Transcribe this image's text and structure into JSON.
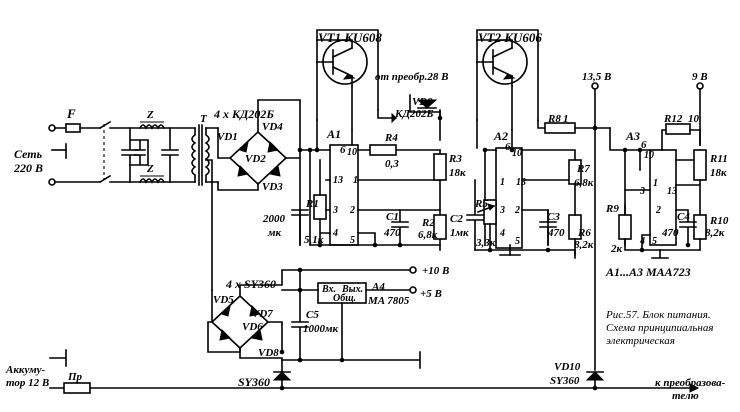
{
  "labels": {
    "vt1": "VT1 KU608",
    "vt2": "VT2 KU606",
    "from_conv": "от преобр.28 В",
    "vd9": "VD9",
    "vd9_type": "КД202Б",
    "v135": "13,5 В",
    "v9": "9 В",
    "mains": "Сеть",
    "mains_v": "220 В",
    "fuse_f": "F",
    "z1": "Z",
    "z2": "Z",
    "t": "T",
    "bridge1_type": "4 x КД202Б",
    "vd1": "VD1",
    "vd2": "VD2",
    "vd3": "VD3",
    "vd4": "VD4",
    "a1": "A1",
    "r4": "R4",
    "r4_val": "0,3",
    "r3": "R3",
    "r3_val": "18к",
    "r1": "R1",
    "r1_val": "5,1к",
    "c_2000": "2000",
    "c_2000_unit": "мк",
    "c1": "C1",
    "c1_val": "470",
    "r2": "R2",
    "r2_val": "6,8к",
    "a2": "A2",
    "r8": "R8",
    "r8_val": "1",
    "r7": "R7",
    "r7_val": "6,8к",
    "r5": "R5",
    "r5_val": "3,3к",
    "c2": "C2",
    "c2_val": "1мк",
    "c3": "C3",
    "c3_val": "470",
    "r6": "R6",
    "r6_val": "8,2к",
    "a3": "A3",
    "r12": "R12",
    "r12_val": "10",
    "r11": "R11",
    "r11_val": "18к",
    "r9": "R9",
    "r9_val": "2к",
    "c4": "C4",
    "c4_val": "470",
    "r10": "R10",
    "r10_val": "8,2к",
    "a_types": "A1...A3  MAA723",
    "bridge2_type": "4 x SY360",
    "vd5": "VD5",
    "vd6": "VD6",
    "vd7": "VD7",
    "vd8": "VD8",
    "v10": "+10 В",
    "v5": "+5 В",
    "a4_in": "Вх.",
    "a4_out": "Вых.",
    "a4_com": "Общ.",
    "a4": "A4",
    "a4_type": "MA 7805",
    "c5": "C5",
    "c5_val": "1000мк",
    "accum1": "Аккуму-",
    "accum2": "тор 12 В",
    "fuse_pr": "Пр",
    "sy360_left": "SY360",
    "vd10": "VD10",
    "vd10_type": "SY360",
    "to_conv1": "к преобразова-",
    "to_conv2": "телю",
    "caption1": "Рис.57. Блок питания.",
    "caption2": "Схема принципиальная",
    "caption3": "электрическая"
  },
  "pins": {
    "a1": [
      "6",
      "10",
      "5",
      "4",
      "3",
      "2",
      "1",
      "13"
    ],
    "a2": [
      "6",
      "10",
      "4",
      "3",
      "2",
      "1",
      "13",
      "5"
    ],
    "a3": [
      "6",
      "10",
      "4",
      "3",
      "2",
      "1",
      "13",
      "5"
    ]
  }
}
